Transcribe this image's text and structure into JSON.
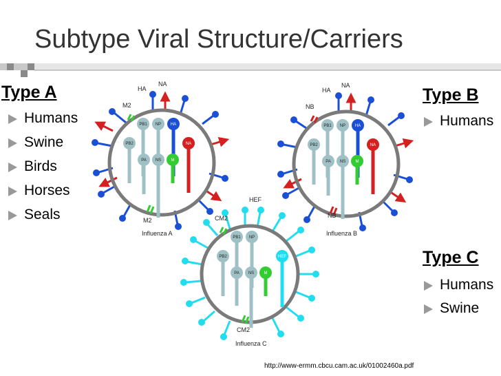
{
  "slide": {
    "title": "Subtype Viral Structure/Carriers",
    "source_url": "http://www-ermm.cbcu.cam.ac.uk/01002460a.pdf"
  },
  "type_a": {
    "heading": "Type A",
    "items": [
      "Humans",
      "Swine",
      "Birds",
      "Horses",
      "Seals"
    ]
  },
  "type_b": {
    "heading": "Type B",
    "items": [
      "Humans"
    ]
  },
  "type_c": {
    "heading": "Type C",
    "items": [
      "Humans",
      "Swine"
    ]
  },
  "virus_a": {
    "caption": "Influenza A",
    "ha": "HA",
    "na": "NA",
    "m2_top": "M2",
    "m2_bottom": "M2",
    "seg_pb1": "PB1",
    "seg_np": "NP",
    "seg_ha": "HA",
    "seg_pb2": "PB2",
    "seg_na": "NA",
    "seg_pa": "PA",
    "seg_ns": "NS",
    "seg_m": "M"
  },
  "virus_b": {
    "caption": "Influenza B",
    "ha": "HA",
    "na": "NA",
    "nb_top": "NB",
    "nb_bottom": "NB",
    "seg_pb1": "PB1",
    "seg_np": "NP",
    "seg_ha": "HA",
    "seg_pb2": "PB2",
    "seg_na": "NA",
    "seg_pa": "PA",
    "seg_ns": "NS",
    "seg_m": "M"
  },
  "virus_c": {
    "caption": "Influenza C",
    "hef": "HEF",
    "cm2_top": "CM2",
    "cm2_bottom": "CM2",
    "seg_pb1": "PB1",
    "seg_np": "NP",
    "seg_pb2": "PB2",
    "seg_hef": "HEF",
    "seg_pa": "PA",
    "seg_ns": "NS",
    "seg_m": "M"
  },
  "colors": {
    "ha_blue": "#1a4fd6",
    "na_red": "#d42020",
    "m2_green": "#33cc33",
    "hef_cyan": "#22ddee",
    "segment_grey": "#9fc1c5",
    "envelope_grey": "#7a7a7a"
  }
}
